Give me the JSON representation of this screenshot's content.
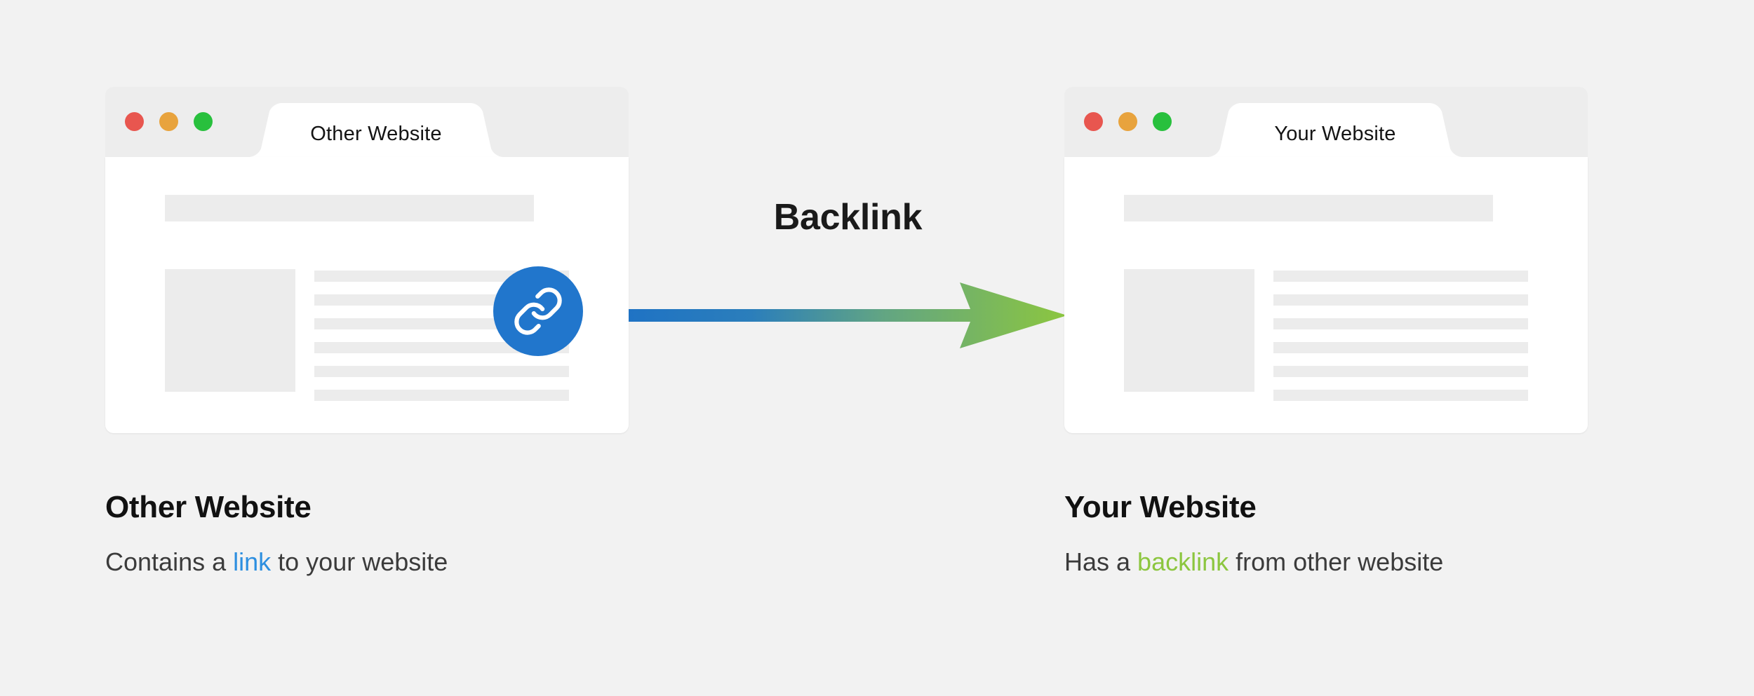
{
  "background_color": "#f2f2f2",
  "colors": {
    "link_blue": "#2176cc",
    "caption_link_blue": "#2d8fe0",
    "backlink_green": "#8cc63f",
    "arrow_gradient_start": "#1f73c4",
    "arrow_gradient_end": "#8cc63f",
    "traffic_red": "#e8564f",
    "traffic_yellow": "#e8a33d",
    "traffic_green": "#28c03d",
    "skeleton_gray": "#ececec",
    "chrome_gray": "#ededed",
    "heading_black": "#111111",
    "body_gray": "#3b3b3b"
  },
  "connector": {
    "label": "Backlink",
    "direction": "left-to-right",
    "icon": "arrow-right-icon"
  },
  "windows": [
    {
      "id": "other-website",
      "tab_label": "Other Website",
      "traffic_lights": [
        "close-button",
        "minimize-button",
        "maximize-button"
      ],
      "has_link_badge": true,
      "link_badge_icon": "chain-link-icon",
      "skeleton": {
        "header_block": true,
        "image_block": true,
        "text_lines": 6
      }
    },
    {
      "id": "your-website",
      "tab_label": "Your Website",
      "traffic_lights": [
        "close-button",
        "minimize-button",
        "maximize-button"
      ],
      "has_link_badge": false,
      "link_badge_icon": "",
      "skeleton": {
        "header_block": true,
        "image_block": true,
        "text_lines": 6
      }
    }
  ],
  "captions": [
    {
      "title": "Other Website",
      "sub_before": "Contains a ",
      "sub_highlight": "link",
      "sub_after": " to your website",
      "highlight_color": "#2d8fe0"
    },
    {
      "title": "Your Website",
      "sub_before": "Has a ",
      "sub_highlight": "backlink",
      "sub_after": " from other website",
      "highlight_color": "#8cc63f"
    }
  ]
}
